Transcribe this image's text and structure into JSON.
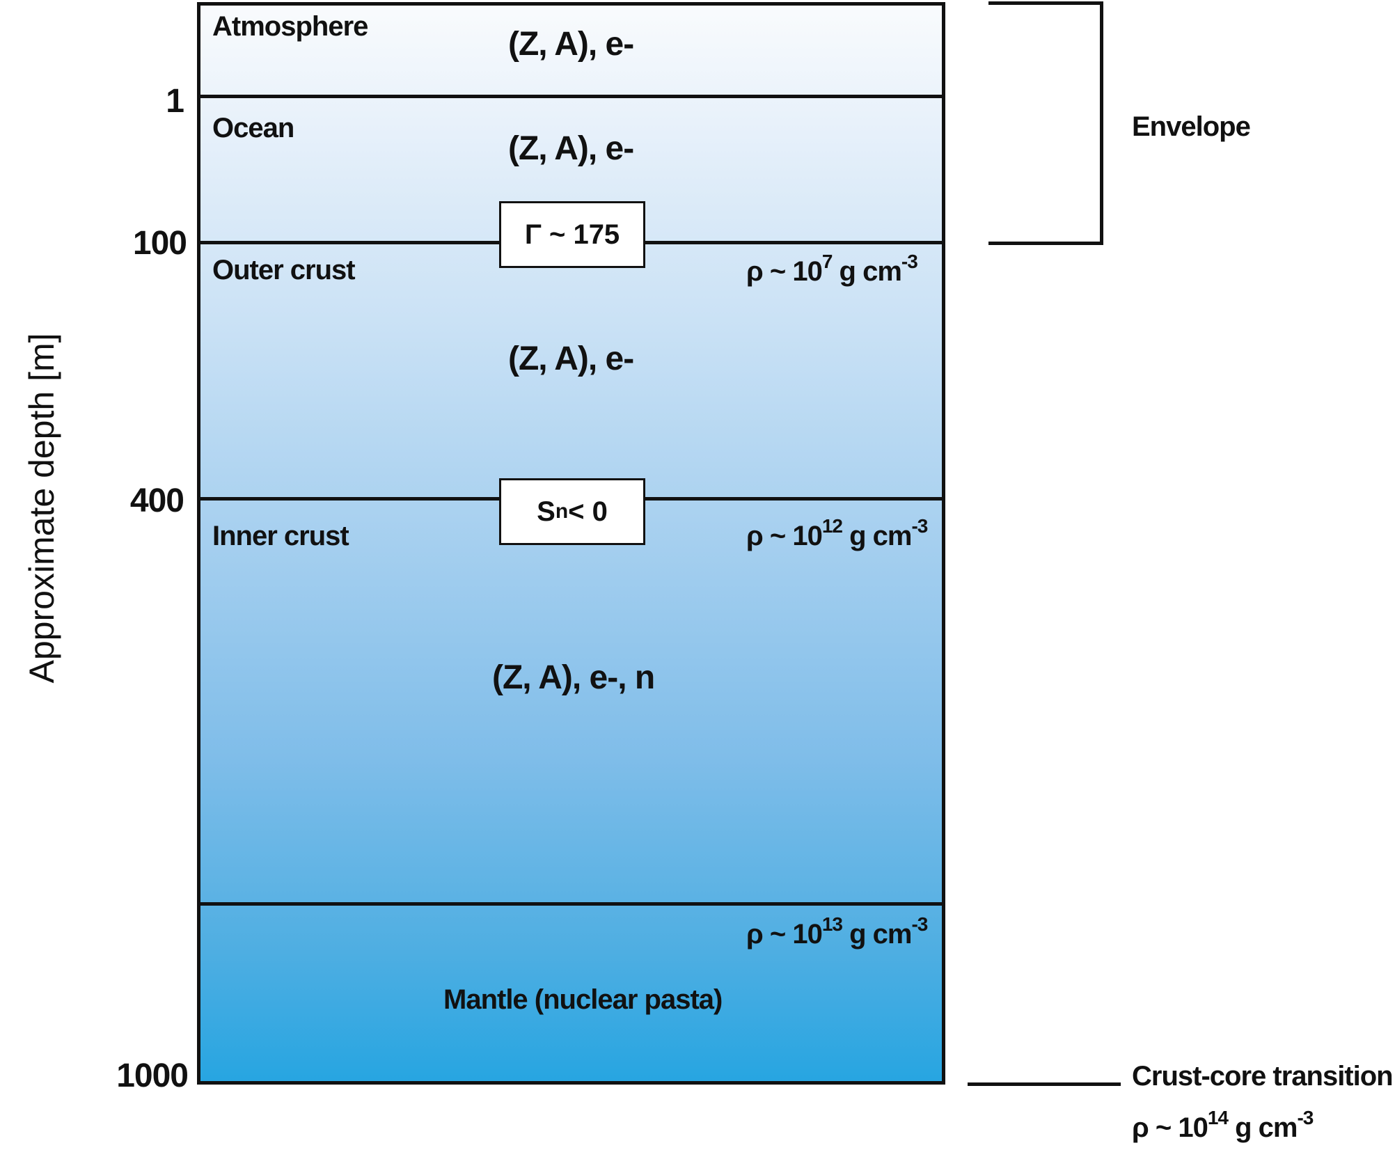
{
  "axis": {
    "ylabel": "Approximate depth [m]",
    "ticks": [
      "1",
      "100",
      "400",
      "1000"
    ]
  },
  "layers": {
    "atmosphere": {
      "name": "Atmosphere",
      "species": "(Z, A), e-"
    },
    "ocean": {
      "name": "Ocean",
      "species": "(Z, A), e-"
    },
    "outer_crust": {
      "name": "Outer crust",
      "species": "(Z, A), e-"
    },
    "inner_crust": {
      "name": "Inner crust",
      "species": "(Z, A), e-, n"
    },
    "mantle": {
      "name": "Mantle (nuclear pasta)"
    }
  },
  "densities": {
    "outer_crust": {
      "prefix": "ρ ~ 10",
      "exp": "7",
      "unit": " g cm",
      "unit_exp": "-3"
    },
    "inner_crust": {
      "prefix": "ρ ~ 10",
      "exp": "12",
      "unit": " g cm",
      "unit_exp": "-3"
    },
    "mantle": {
      "prefix": "ρ ~ 10",
      "exp": "13",
      "unit": " g cm",
      "unit_exp": "-3"
    },
    "core": {
      "prefix": "ρ ~ 10",
      "exp": "14",
      "unit": " g cm",
      "unit_exp": "-3"
    }
  },
  "boxes": {
    "gamma": "Γ ~ 175",
    "sn": {
      "main": "S",
      "sub": "n",
      "rest": " < 0"
    }
  },
  "side": {
    "envelope": "Envelope",
    "transition": "Crust-core transition"
  }
}
